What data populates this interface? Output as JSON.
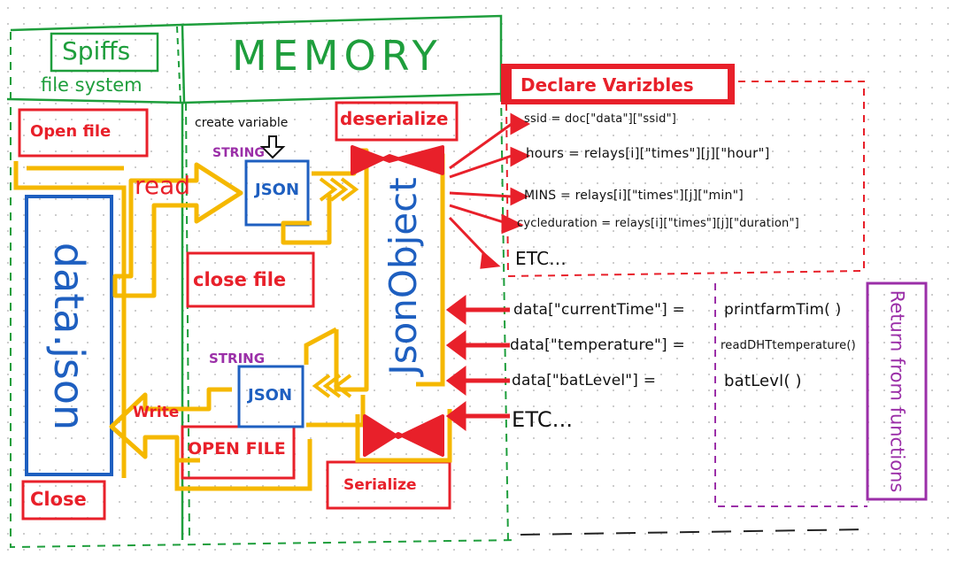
{
  "colors": {
    "red": "#e8202a",
    "green": "#1e9e3c",
    "blue": "#1e5fc0",
    "yellow": "#f5b800",
    "purple": "#9b2fa8",
    "dark": "#111111"
  },
  "memory": {
    "title": "MEMORY"
  },
  "spiffs": {
    "title": "Spiffs",
    "subtitle": "file system"
  },
  "file": {
    "open": "Open file",
    "close": "Close",
    "name": "data.json",
    "read": "read",
    "write": "Write"
  },
  "read_path": {
    "create_variable": "create variable",
    "type": "STRING",
    "json": "JSON",
    "close_file": "close file",
    "deserialize": "deserialize"
  },
  "write_path": {
    "type": "STRING",
    "json": "JSON",
    "open_file": "OPEN FILE",
    "serialize": "Serialize"
  },
  "json_object": {
    "label": "JsonObject"
  },
  "declare": {
    "title": "Declare Varizbles",
    "lines": [
      "ssid = doc[\"data\"][\"ssid\"]",
      "hours = relays[i][\"times\"][j][\"hour\"]",
      "MINS = relays[i][\"times\"][j][\"min\"]",
      "cycleduration = relays[i][\"times\"][j][\"duration\"]",
      "ETC..."
    ]
  },
  "assign": {
    "lines": [
      {
        "left": "data[\"currentTime\"] =",
        "right": "printfarmTim( )"
      },
      {
        "left": "data[\"temperature\"] =",
        "right": "readDHTtemperature()"
      },
      {
        "left": "data[\"batLevel\"] =",
        "right": "batLevl( )"
      }
    ],
    "etc": "ETC..."
  },
  "return_box": {
    "label": "Return from functions"
  }
}
